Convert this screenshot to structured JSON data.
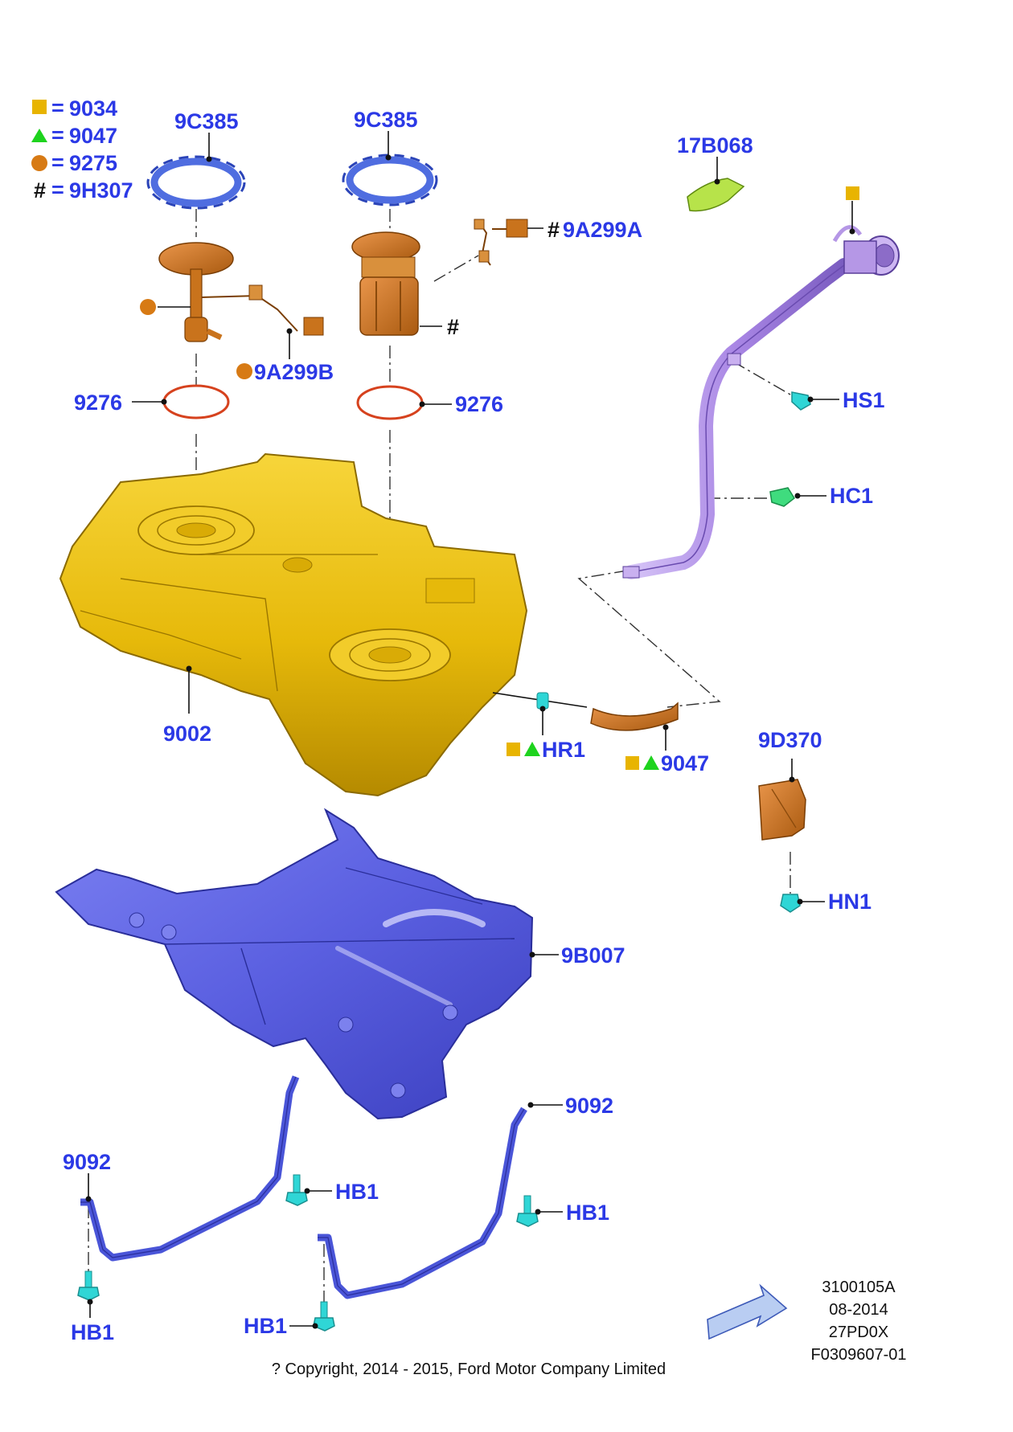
{
  "legend": [
    {
      "symbol": "square",
      "color": "#e8b400",
      "label": "9034"
    },
    {
      "symbol": "triangle",
      "color": "#1ed31e",
      "label": "9047"
    },
    {
      "symbol": "circle",
      "color": "#d77a14",
      "label": "9275"
    },
    {
      "symbol": "hash",
      "color": "#111111",
      "label": "9H307"
    }
  ],
  "legend_eq": "=",
  "hash_mark": "#",
  "parts": {
    "ring_left": "9C385",
    "ring_right": "9C385",
    "clip": "17B068",
    "sender_a": "9A299A",
    "sender_b": "9A299B",
    "seal_left": "9276",
    "seal_right": "9276",
    "clamp_s": "HS1",
    "clamp_c": "HC1",
    "tank": "9002",
    "hose_clamp": "HR1",
    "hose": "9047",
    "bracket": "9D370",
    "nut": "HN1",
    "shield": "9B007",
    "strap_right": "9092",
    "strap_left": "9092",
    "bolt_1": "HB1",
    "bolt_2": "HB1",
    "bolt_3": "HB1",
    "bolt_4": "HB1"
  },
  "info": {
    "line1": "3100105A",
    "line2": "08-2014",
    "line3": "27PD0X",
    "line4": "F0309607-01"
  },
  "copyright": "? Copyright, 2014 - 2015, Ford Motor Company Limited",
  "colors": {
    "label_blue": "#2b39e6",
    "tank_yellow": "#e6b90a",
    "pump_orange": "#c9731c",
    "filler_violet": "#b597e6",
    "shield_blue": "#5a5fe0",
    "fastener_teal": "#2fd6d6"
  }
}
